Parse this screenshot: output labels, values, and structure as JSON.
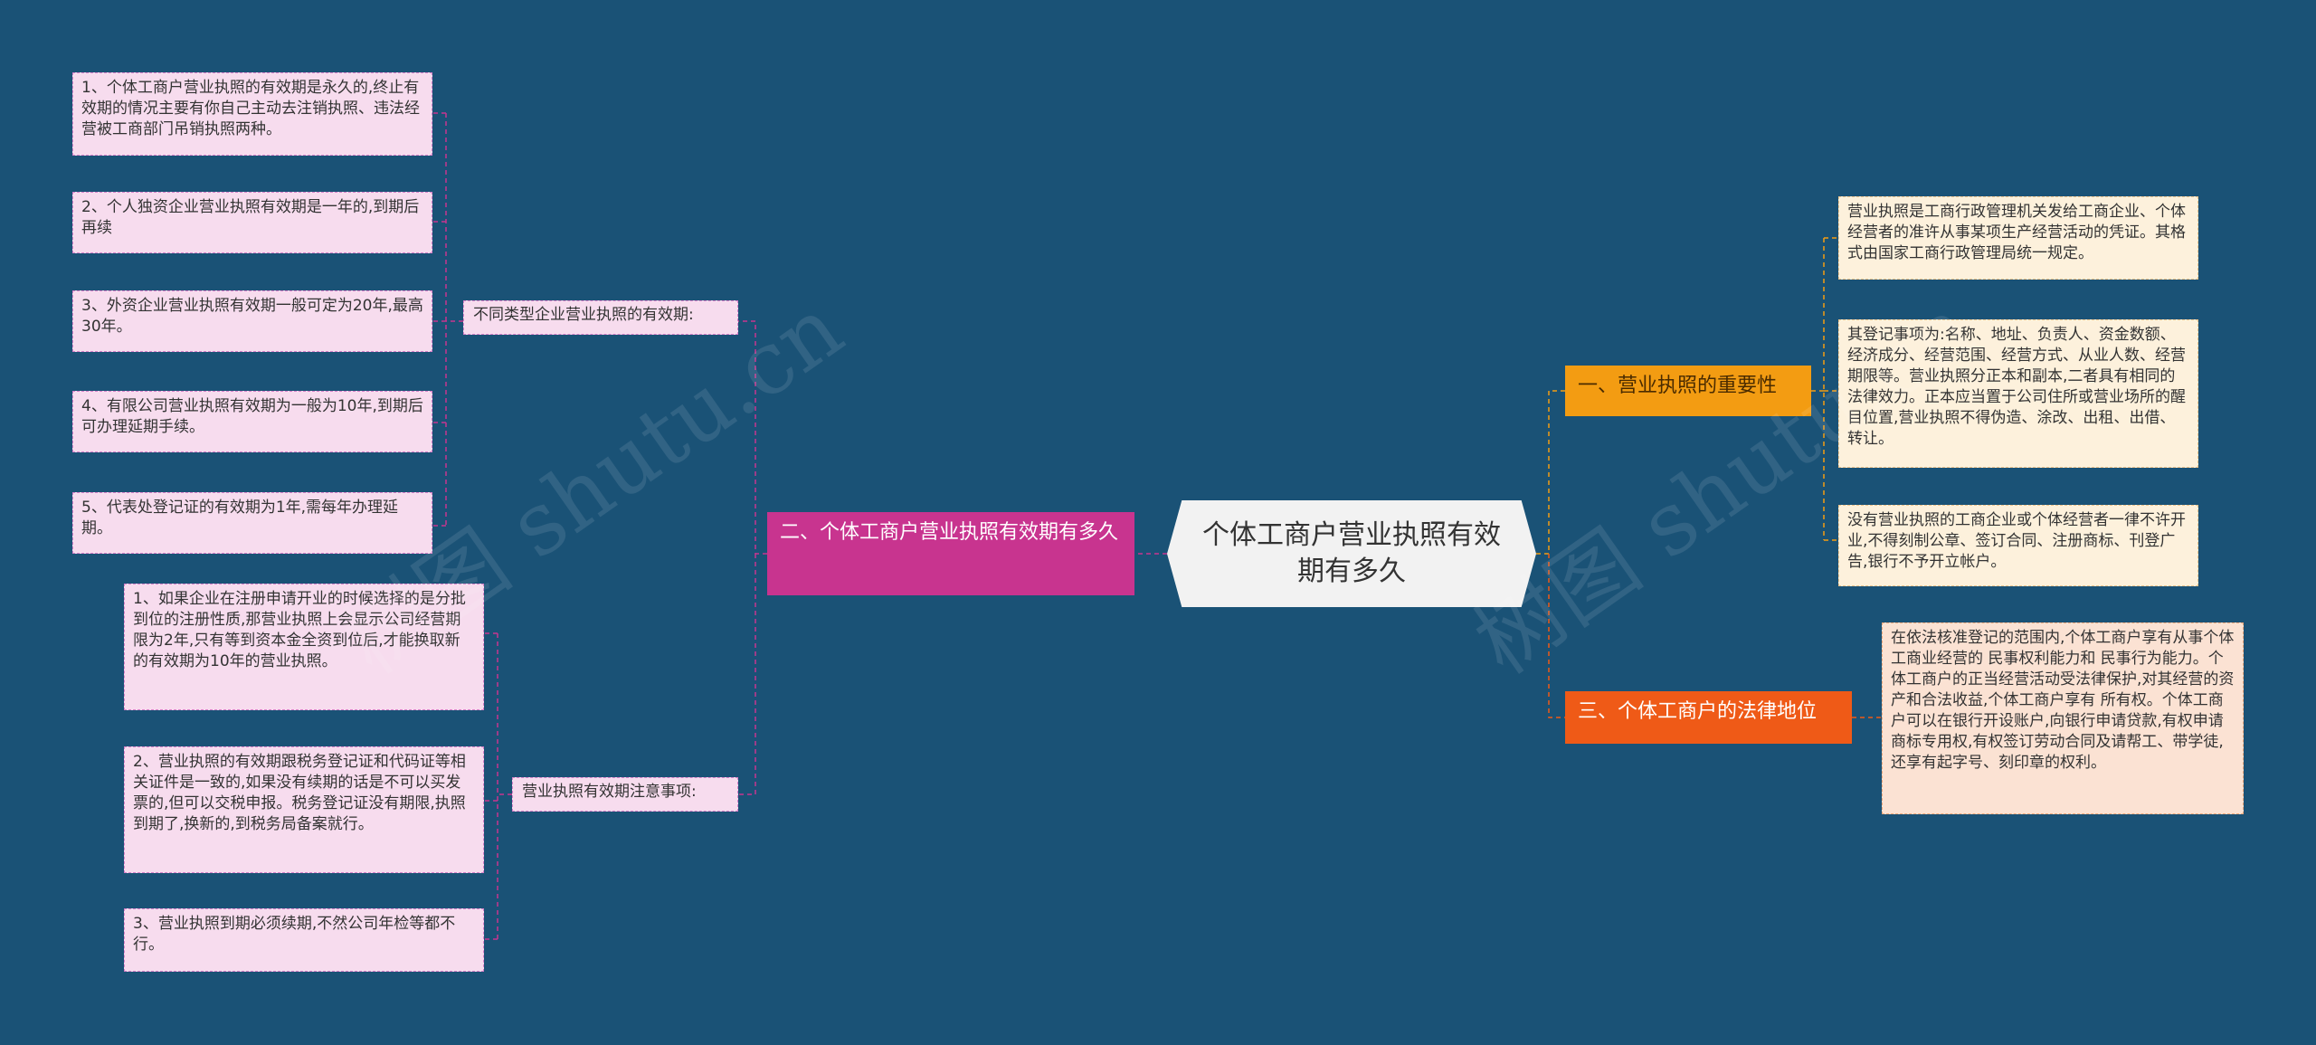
{
  "center": {
    "label": "个体工商户营业执照有效期有多久"
  },
  "left_branch": {
    "label": "二、个体工商户营业执照有效期有多久",
    "groups": [
      {
        "label": "不同类型企业营业执照的有效期:",
        "items": [
          "1、个体工商户营业执照的有效期是永久的,终止有效期的情况主要有你自己主动去注销执照、违法经营被工商部门吊销执照两种。",
          "2、个人独资企业营业执照有效期是一年的,到期后再续",
          "3、外资企业营业执照有效期一般可定为20年,最高30年。",
          "4、有限公司营业执照有效期为一般为10年,到期后可办理延期手续。",
          "5、代表处登记证的有效期为1年,需每年办理延期。"
        ]
      },
      {
        "label": "营业执照有效期注意事项:",
        "items": [
          "1、如果企业在注册申请开业的时候选择的是分批到位的注册性质,那营业执照上会显示公司经营期限为2年,只有等到资本金全资到位后,才能换取新的有效期为10年的营业执照。",
          "2、营业执照的有效期跟税务登记证和代码证等相关证件是一致的,如果没有续期的话是不可以买发票的,但可以交税申报。税务登记证没有期限,执照到期了,换新的,到税务局备案就行。",
          "3、营业执照到期必须续期,不然公司年检等都不行。"
        ]
      }
    ]
  },
  "right_branches": [
    {
      "label": "一、营业执照的重要性",
      "items": [
        "营业执照是工商行政管理机关发给工商企业、个体经营者的准许从事某项生产经营活动的凭证。其格式由国家工商行政管理局统一规定。",
        "其登记事项为:名称、地址、负责人、资金数额、经济成分、经营范围、经营方式、从业人数、经营期限等。营业执照分正本和副本,二者具有相同的法律效力。正本应当置于公司住所或营业场所的醒目位置,营业执照不得伪造、涂改、出租、出借、转让。",
        "没有营业执照的工商企业或个体经营者一律不许开业,不得刻制公章、签订合同、注册商标、刊登广告,银行不予开立帐户。"
      ]
    },
    {
      "label": "三、个体工商户的法律地位",
      "items": [
        "在依法核准登记的范围内,个体工商户享有从事个体工商业经营的 民事权利能力和 民事行为能力。个体工商户的正当经营活动受法律保护,对其经营的资产和合法收益,个体工商户享有 所有权。个体工商户可以在银行开设账户,向银行申请贷款,有权申请商标专用权,有权签订劳动合同及请帮工、带学徒,还享有起字号、刻印章的权利。"
      ]
    }
  ],
  "watermarks": [
    "树图 shutu.cn",
    "树图 shutu.cn"
  ],
  "colors": {
    "background": "#1a5276",
    "left_branch": "#c8348f",
    "right_branch_1": "#f39c12",
    "right_branch_2": "#ef5a17",
    "leaf_pink": "#f7dcee",
    "leaf_orange": "#fdf1dc"
  }
}
